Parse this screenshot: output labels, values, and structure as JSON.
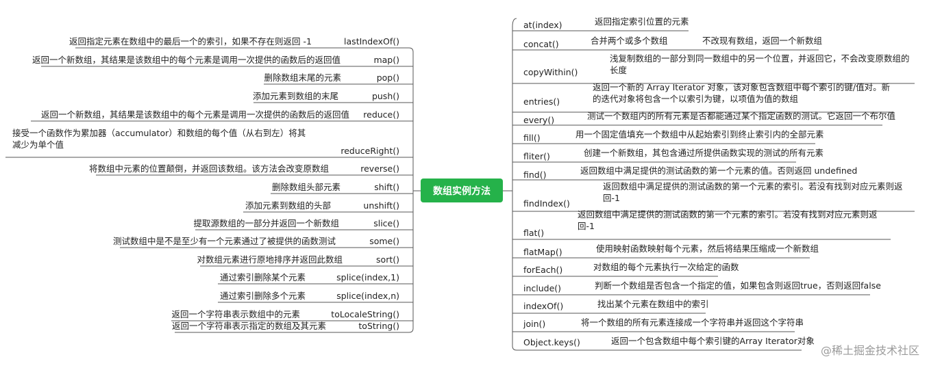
{
  "root_label": "数组实例方法",
  "watermark": "@稀土掘金技术社区",
  "colors": {
    "root_fill": "#25b24a",
    "line": "#555555",
    "text": "#222222"
  },
  "left_branches": [
    {
      "method": "lastIndexOf()",
      "desc": "返回指定元素在数组中的最后一个的索引，如果不存在则返回 -1"
    },
    {
      "method": "map()",
      "desc": "返回一个新数组，其结果是该数组中的每个元素是调用一次提供的函数后的返回值"
    },
    {
      "method": "pop()",
      "desc": "删除数组末尾的元素"
    },
    {
      "method": "push()",
      "desc": "添加元素到数组的末尾"
    },
    {
      "method": "reduce()",
      "desc": "返回一个新数组，其结果是该数组中的每个元素是调用一次提供的函数后的返回值"
    },
    {
      "method": "reduceRight()",
      "desc": "接受一个函数作为累加器（accumulator）和数组的每个值（从右到左）将其减少为单个值"
    },
    {
      "method": "reverse()",
      "desc": "将数组中元素的位置颠倒，并返回该数组。该方法会改变原数组"
    },
    {
      "method": "shift()",
      "desc": "删除数组头部元素"
    },
    {
      "method": "unshift()",
      "desc": "添加元素到数组的头部"
    },
    {
      "method": "slice()",
      "desc": "提取源数组的一部分并返回一个新数组"
    },
    {
      "method": "some()",
      "desc": "测试数组中是不是至少有一个元素通过了被提供的函数测试"
    },
    {
      "method": "sort()",
      "desc": "对数组元素进行原地排序并返回此数组"
    },
    {
      "method": "splice(index,1)",
      "desc": "通过索引删除某个元素"
    },
    {
      "method": "splice(index,n)",
      "desc": "通过索引删除多个元素"
    },
    {
      "method": "toLocaleString()",
      "desc": "返回一个字符串表示数组中的元素"
    },
    {
      "method": "toString()",
      "desc": "返回一个字符串表示指定的数组及其元素"
    }
  ],
  "right_branches": [
    {
      "method": "at(index)",
      "desc": "返回指定索引位置的元素"
    },
    {
      "method": "concat()",
      "desc": "合并两个或多个数组",
      "desc2": "不改现有数组，返回一个新数组"
    },
    {
      "method": "copyWithin()",
      "desc": "浅复制数组的一部分到同一数组中的另一个位置，并返回它，不会改变原数组的长度"
    },
    {
      "method": "entries()",
      "desc": "返回一个新的 Array Iterator 对象，该对象包含数组中每个索引的键/值对。新的迭代对象将包含一个以索引为键，以项值为值的数组"
    },
    {
      "method": "every()",
      "desc": "测试一个数组内的所有元素是否都能通过某个指定函数的测试。它返回一个布尔值"
    },
    {
      "method": "fill()",
      "desc": "用一个固定值填充一个数组中从起始索引到终止索引内的全部元素"
    },
    {
      "method": "fliter()",
      "desc": "创建一个新数组，其包含通过所提供函数实现的测试的所有元素"
    },
    {
      "method": "find()",
      "desc": "返回数组中满足提供的测试函数的第一个元素的值。否则返回 undefined"
    },
    {
      "method": "findIndex()",
      "desc": "返回数组中满足提供的测试函数的第一个元素的索引。若没有找到对应元素则返回-1"
    },
    {
      "method": "flat()",
      "desc": "返回数组中满足提供的测试函数的第一个元素的索引。若没有找到对应元素则返回-1"
    },
    {
      "method": "flatMap()",
      "desc": "使用映射函数映射每个元素，然后将结果压缩成一个新数组"
    },
    {
      "method": "forEach()",
      "desc": "对数组的每个元素执行一次给定的函数"
    },
    {
      "method": "include()",
      "desc": "判断一个数组是否包含一个指定的值，如果包含则返回true，否则返回false"
    },
    {
      "method": "indexOf()",
      "desc": "找出某个元素在数组中的索引"
    },
    {
      "method": "join()",
      "desc": "将一个数组的所有元素连接成一个字符串并返回这个字符串"
    },
    {
      "method": "Object.keys()",
      "desc": "返回一个包含数组中每个索引键的Array Iterator对象"
    }
  ]
}
